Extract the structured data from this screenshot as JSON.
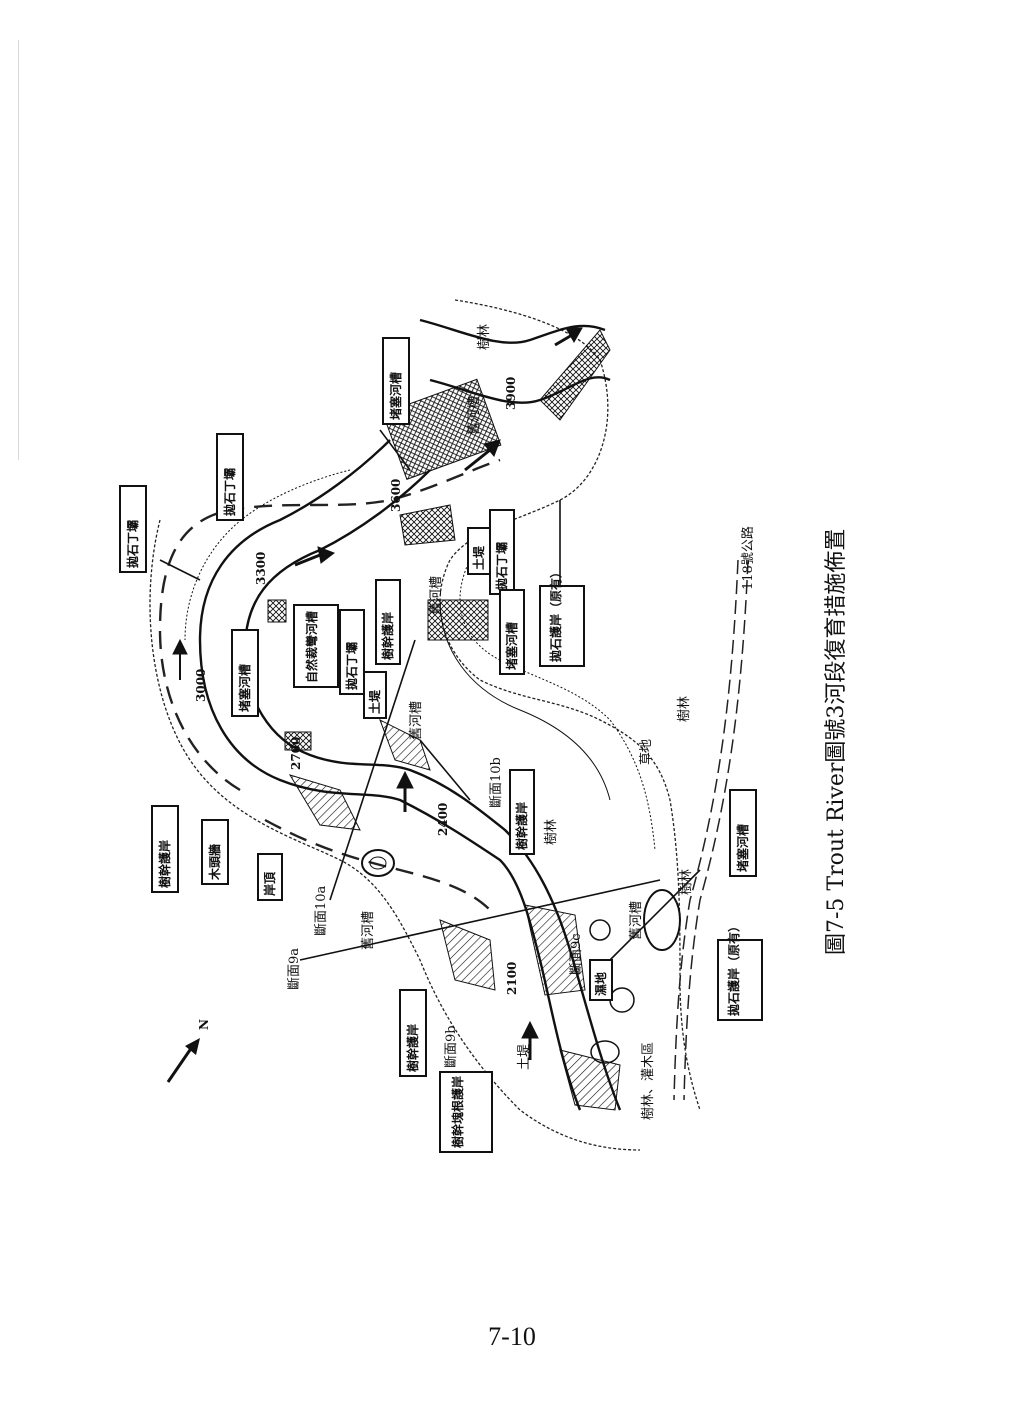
{
  "figure": {
    "caption": "圖7-5 Trout River圖號3河段復育措施佈置",
    "page_number": "7-10"
  },
  "north_arrow": {
    "label": "N"
  },
  "station_numbers": [
    "2100",
    "2400",
    "2700",
    "3000",
    "3300",
    "3600",
    "3900"
  ],
  "boxed_labels": {
    "rock_groin_1": "拋石丁壩",
    "rock_groin_2": "拋石丁壩",
    "rock_groin_3": "拋石丁壩",
    "rock_groin_4": "拋石丁壩",
    "fill_channel_1": "堵塞河槽",
    "fill_channel_2": "堵塞河槽",
    "fill_channel_3": "堵塞河槽",
    "fill_channel_4": "堵塞河槽",
    "trunk_bank_1": "樹幹護岸",
    "trunk_bank_2": "樹幹護岸",
    "trunk_bank_3": "樹幹護岸",
    "trunk_bank_4": "樹幹護岸",
    "trunk_rootwad_bank": "樹幹塊根護岸",
    "log_wall": "木頭牆",
    "bank_top": "岸頂",
    "levee_1": "土堤",
    "levee_2": "土堤",
    "natural_oxbow": "自然裁彎河槽",
    "rock_bank_existing_1": "拋石護岸（原有）",
    "rock_bank_existing_2": "拋石護岸（原有）",
    "wetland": "濕地"
  },
  "plain_labels": {
    "section_9a": "斷面9a",
    "section_9b": "斷面9b",
    "section_9c": "斷面9c",
    "section_10a": "斷面10a",
    "section_10b": "斷面10b",
    "old_channel_1": "舊河槽",
    "old_channel_2": "舊河槽",
    "old_channel_3": "舊河槽",
    "old_channel_4": "舊河槽",
    "old_channel_5": "舊河槽",
    "forest_1": "樹林",
    "forest_2": "樹林",
    "forest_3": "樹林",
    "forest_4": "樹林",
    "forest_shrub": "樹林、灌木區",
    "levee_plain": "土堤",
    "grassland": "草地",
    "highway": "118號公路"
  }
}
